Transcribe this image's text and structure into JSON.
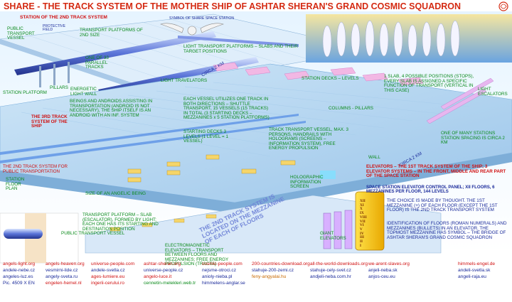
{
  "title": "SHARE - THE TRACK SYSTEM OF THE MOTHER SHIP OF ASHTAR SHERAN'S GRAND COSMIC SQUADRON",
  "symbol_label": "SYMBOL OF SHARE SPACE STATION",
  "labels": {
    "station2": "STATION OF THE 2ND TRACK SYSTEM",
    "public_vessel_top": "PUBLIC TRANSPORT VESSEL",
    "protective_field": "PROTECTIVE FIELD",
    "platforms_2nd": "TRANSPORT PLATFORMS OF 2ND SIZE",
    "light_platforms": "LIGHT TRANSPORT PLATFORMS – SLABS AND THEIR TARGET POSITIONS",
    "parallel_tracks": "ONE OF 33 PARALLEL TRACKS",
    "pillars": "PILLARS",
    "station_platform": "STATION PLATFORM",
    "energetic_wall": "ENERGETIC LIGHT WALL",
    "circa2km_top": "CIRCA 2 KM",
    "light_travelators": "LIGHT TRAVELATORS",
    "station_decks": "STATION DECKS – LEVELS",
    "slab_positions": "1 SLAB, 4 POSSIBLE POSITIONS (STOPS), EVERY SLAB IS ASSIGNED A SPECIFIC FUNCTION OF TRANSPORT (VERTICAL IN THIS CASE)",
    "light_escalators": "LIGHT ESCALATORS",
    "beings_androids": "BEINGS AND ANDROIDS ASSISTING IN TRANSPORTATION (ANDROID IS NOT NECESSARY), THE SHIP ITSELF IS AN ANDROID WITH AN INF. SYSTEM",
    "track3": "THE 3RD TRACK SYSTEM OF THE SHIP",
    "each_vessel": "EACH VESSEL UTILIZES ONE TRACK IN BOTH DIRECTIONS – SHUTTLE TRANSPORT, 15 VESSELS (15 TRACKS) IN TOTAL (3 STARTING DECKS – MEZZANINES x 5 STATION PLATFORMS)",
    "columns_pillars": "COLUMNS - PILLARS",
    "one_of_many": "ONE OF MANY STATIONS STATION SPACING IS CIRCA 2 KM",
    "starting_decks": "STARTING DECKS 3 LEVELS (1 LEVEL = 1 VESSEL)",
    "track_transport": "TRACK TRANSPORT VESSEL, MAX. 3 PERSONS, HANDRAILS WITH HOLOGRAMS (SCREENS – INFORMATION SYSTEM), FREE ENERGY PROPULSION",
    "circa2km_right": "CIRCA 2 KM",
    "wall": "WALL",
    "track2_public": "THE 2ND TRACK SYSTEM FOR PUBLIC TRANSPORTATION",
    "holographic": "HOLOGRAPHIC INFORMATION SCREEN",
    "station_floor": "STATION FLOOR PLAN",
    "angelic_being": "SIZE OF AN ANGELIC BEING",
    "transport_platform": "TRANSPORT PLATFORM – SLAB (ESCALATOR), FORMED BY LIGHT; EACH ONE HAS ITS STARTING AND DESTINATION POSITION",
    "public_vessel_bottom": "PUBLIC TRANSPORT VESSEL",
    "em_elevators": "ELECTROMAGNETIC ELEVATORS – TRANSPORT BETWEEN FLOORS AND MEZZANINES; FREE ENERGY PROPULSION (TRACTA)",
    "giant_elevators": "GIANT ELEVATORS",
    "slanted_text": "THE 2ND TRACK SYSTEM IS LOCATED ON THE MEZZANINE OF EACH OF FLOORS"
  },
  "elevator_panel": {
    "heading": "ELEVATORS – THE 1ST TRACK SYSTEM OF THE SHIP; 3 ELEVATOR SYSTEMS – IN THE FRONT, MIDDLE AND REAR PART OF THE SPACE STATION",
    "subheading": "SPACE STATION ELEVATOR CONTROL PANEL; XII FLOORS, 6 MEZZANINES PER FLOOR, 144 LEVELS",
    "floors": [
      "XII",
      "XI",
      "X",
      "IX",
      "VIII",
      "VII",
      "VI",
      "V",
      "IV",
      "III",
      "II",
      "I"
    ],
    "choice": "THE CHOICE IS MADE BY THOUGHT. THE 1ST MEZZANINE (+) OF EACH FLOOR (EXCEPT THE 1ST FLOOR) IS THE 2ND TRACK TRANSPORT SYSTEM",
    "identification": "IDENTIFICATION OF FLOORS (ROMAN NUMERALS) AND MEZZANINES (BULLETS) IN AN ELEVATOR. THE TOPMOST MEZZANINE HAS SYMBOL – THE BRIDGE OF ASHTAR SHERAN'S GRAND COSMIC SQUADRON"
  },
  "footer": [
    [
      "angels-light.org",
      "angels-heaven.org",
      "universe-people.com",
      "ashtar-sheran.org",
      "cosmic-people.com",
      "200-countries-download.org",
      "all-the-world-downloads.org",
      "we-arent-slaves.org",
      "himmels-engel.de"
    ],
    [
      "andele-nebe.cz",
      "vesmirni-lide.cz",
      "andele-svetla.cz",
      "universe-people.cz",
      "nejsme-otroci.cz",
      "stahuje-200-zemi.cz",
      "stahuje-cely-svet.cz",
      "anjeli-neba.sk",
      "andeli-svetla.sk"
    ],
    [
      "angeles-luz.es",
      "angely-sveta.ru",
      "ages-lumiere.eu",
      "angelo-luce.it",
      "anioly-nieba.pl",
      "feny-angyalai.hu",
      "andjeli-neba.com.hr",
      "anjos-ceu.eu",
      "angeli-raja.eu"
    ],
    [
      "Pic. 4509 X EN",
      "engelen-hemel.nl",
      "ingerii-cerului.ro",
      "cennetin-melekleri.web.tr",
      "himmelens-anglar.se",
      "",
      "",
      "",
      ""
    ]
  ],
  "colors": {
    "title": "#d42a12",
    "green": "#0a8a1a",
    "blue": "#1a2a9a",
    "red": "#d01010",
    "structure": "#b8d8f0",
    "elevator_panel": "#f2b800"
  }
}
